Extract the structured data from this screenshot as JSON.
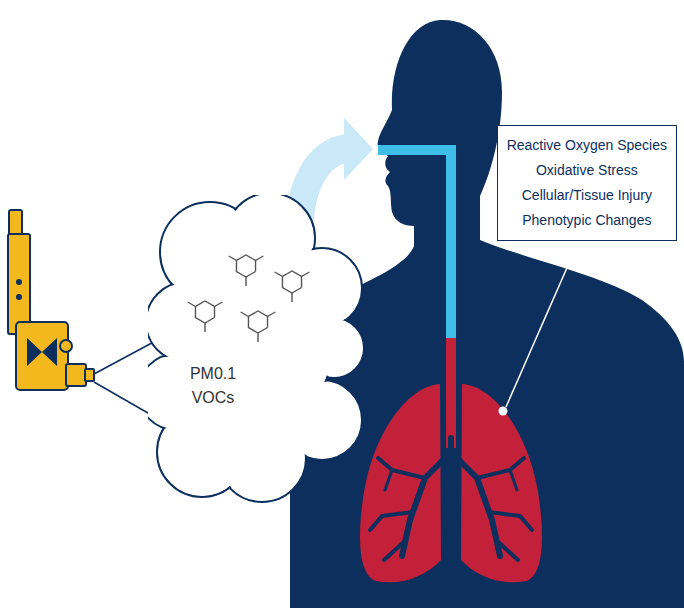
{
  "diagram": {
    "nodes": [
      {
        "text": [
          "PM0.1",
          "VOCs"
        ]
      },
      {
        "text": [
          "Reactive Oxygen Species",
          "Oxidative Stress",
          "Cellular/Tissue Injury",
          "Phenotypic Changes"
        ]
      }
    ]
  }
}
